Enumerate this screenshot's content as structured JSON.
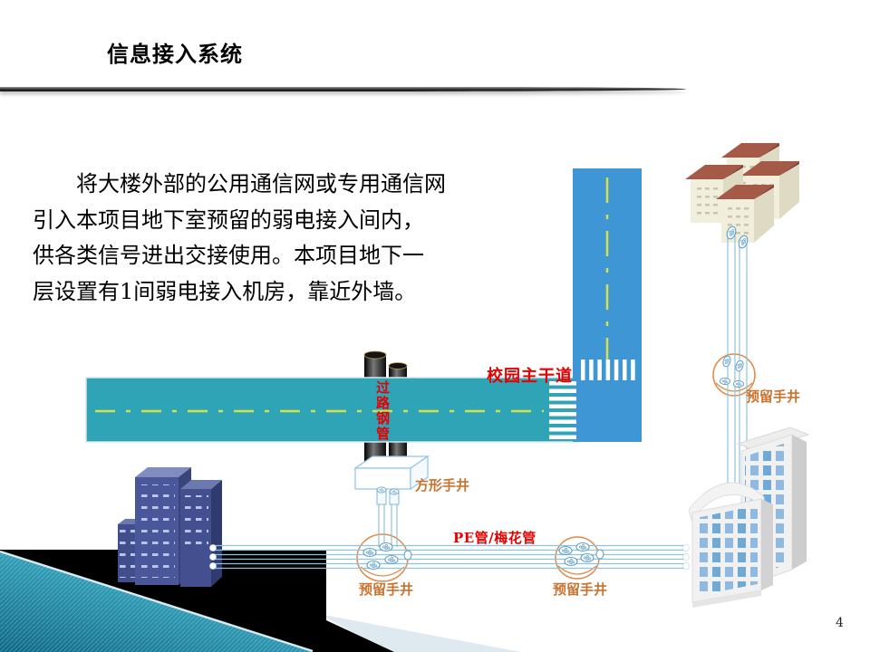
{
  "slide": {
    "title": "信息接入系统",
    "page_number": "4",
    "body_lines": [
      "将大楼外部的公用通信网或专用通信网",
      "引入本项目地下室预留的弱电接入间内，",
      "供各类信号进出交接使用。本项目地下一",
      "层设置有1间弱电接入机房，靠近外墙。"
    ]
  },
  "diagram": {
    "labels": {
      "main_road": "校园主干道",
      "crossing_steel_pipe": "过路钢管",
      "square_hand_well": "方形手井",
      "pe_pipe": "PE管/梅花管",
      "reserved_well_left": "预留手井",
      "reserved_well_mid": "预留手井",
      "reserved_well_right": "预留手井"
    },
    "colors": {
      "road_horizontal": "#2ea4b6",
      "road_vertical": "#3e96d4",
      "lane_dash": "#cfe24a",
      "label_red": "#e60000",
      "label_orange": "#c9732f",
      "well_outline": "#e08848",
      "pipe_line": "#8fc3dc",
      "building_navy": "#4a579a",
      "building_cream": "#f1eedc",
      "roof_red": "#a55a48",
      "window_blue": "#6fa9d6"
    }
  }
}
